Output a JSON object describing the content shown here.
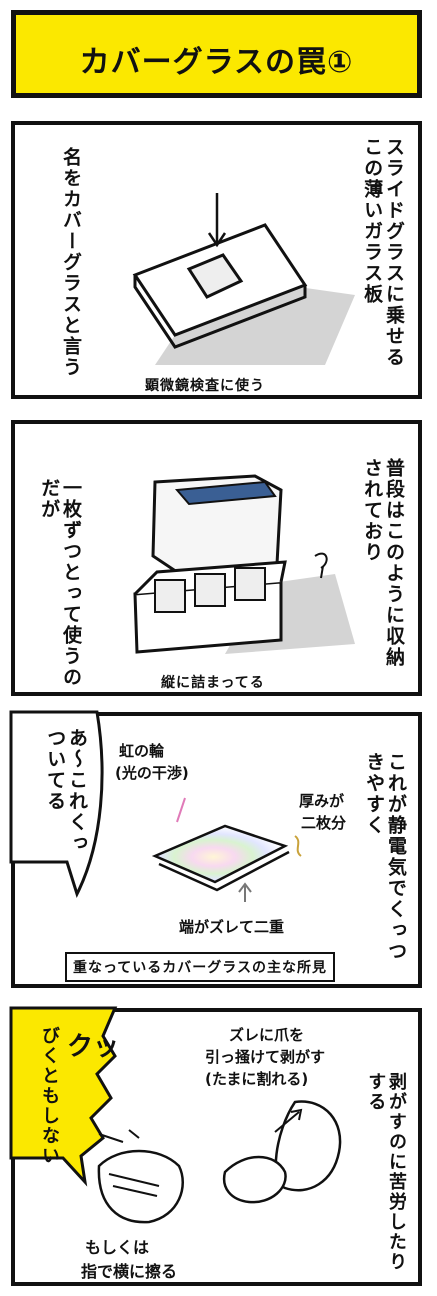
{
  "title": "カバーグラスの罠①",
  "panel1": {
    "right_text": "スライドグラスに乗せるこの薄いガラス板",
    "left_text": "名をカバーグラスと言う",
    "caption": "顕微鏡検査に使う"
  },
  "panel2": {
    "right_text": "普段はこのように収納されており",
    "left_text": "一枚ずつとって使うのだが",
    "caption": "縦に詰まってる"
  },
  "panel3": {
    "right_text": "これが静電気でくっつきやすく",
    "bubble_text": "あ〜これくっついてる",
    "label_rainbow": "虹の輪",
    "label_interference": "(光の干渉)",
    "label_thickness_1": "厚みが",
    "label_thickness_2": "二枚分",
    "label_edge": "端がズレて二重",
    "caption": "重なっているカバーグラスの主な所見"
  },
  "panel4": {
    "bubble_sfx": "クッ",
    "bubble_text": "びくともしない",
    "right_text": "剥がすのに苦労したりする",
    "label_nail_1": "ズレに爪を",
    "label_nail_2": "引っ掻けて剥がす",
    "label_nail_3": "(たまに割れる)",
    "label_rub_1": "もしくは",
    "label_rub_2": "指で横に擦る"
  }
}
